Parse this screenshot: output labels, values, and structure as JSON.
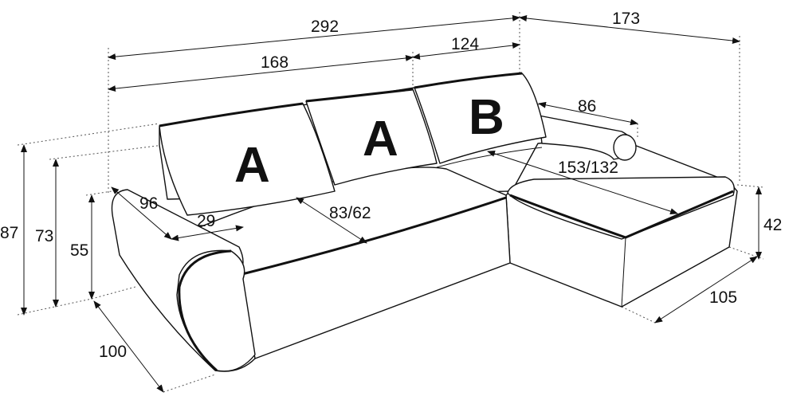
{
  "diagram": {
    "title": "Corner sofa dimensions",
    "cushion_labels": {
      "cushion_1": "A",
      "cushion_2": "A",
      "cushion_3": "B"
    },
    "dimensions": {
      "total_width": "292",
      "chaise_depth": "173",
      "main_width": "168",
      "chaise_width": "124",
      "armrest_length": "86",
      "chaise_seat_depth": "153/132",
      "armrest_depth": "96",
      "armrest_width": "29",
      "seat_depth": "83/62",
      "total_height": "87",
      "back_height": "73",
      "armrest_height": "55",
      "seat_height": "42",
      "sofa_depth": "100",
      "chaise_width_front": "105"
    }
  }
}
